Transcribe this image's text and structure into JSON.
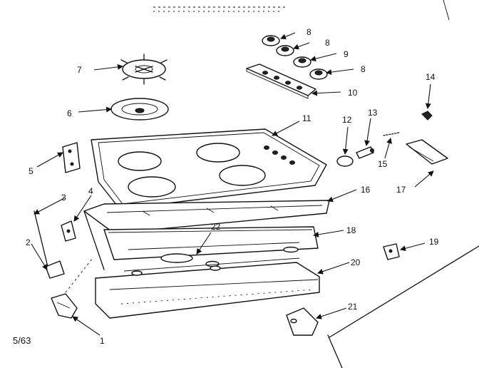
{
  "page_number": "5/63",
  "callouts": {
    "c1": "1",
    "c2": "2",
    "c3": "3",
    "c4": "4",
    "c5": "5",
    "c6": "6",
    "c7": "7",
    "c8a": "8",
    "c8b": "8",
    "c8c": "8",
    "c9": "9",
    "c10": "10",
    "c11": "11",
    "c12": "12",
    "c13": "13",
    "c14": "14",
    "c15": "15",
    "c16": "16",
    "c17": "17",
    "c18": "18",
    "c19": "19",
    "c20": "20",
    "c21": "21",
    "c22": "22"
  }
}
